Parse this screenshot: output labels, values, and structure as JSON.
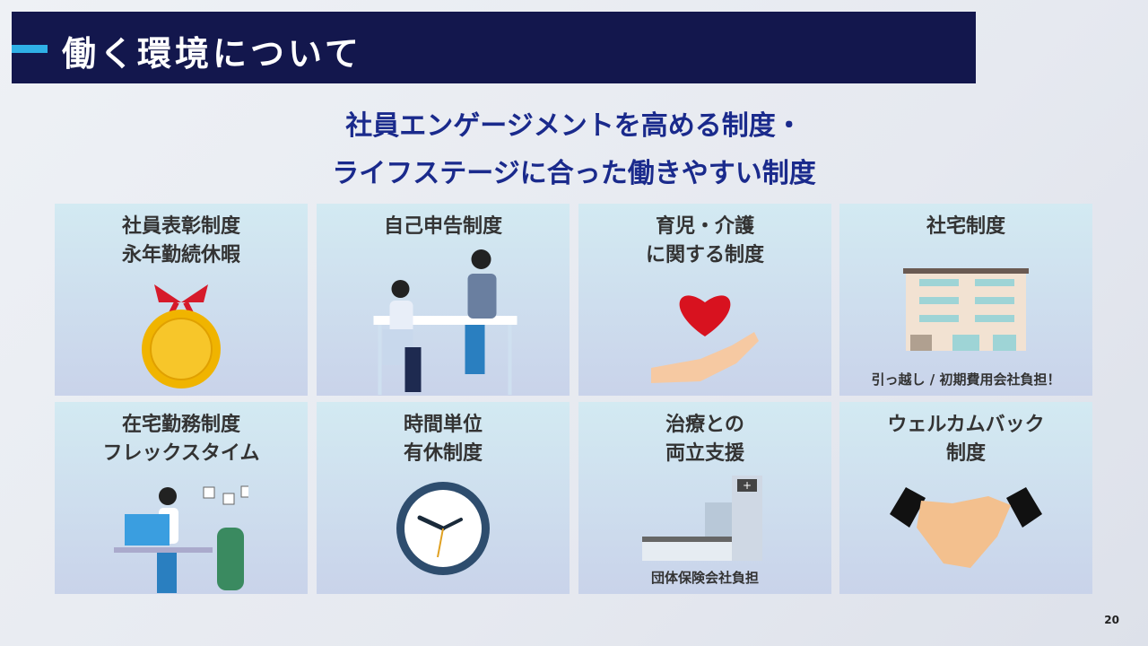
{
  "header": {
    "title": "働く環境について"
  },
  "subtitle": {
    "line1": "社員エンゲージメントを高める制度・",
    "line2": "ライフステージに合った働きやすい制度"
  },
  "cards": [
    {
      "line1": "社員表彰制度",
      "line2": "永年勤続休暇",
      "icon": "medal-icon"
    },
    {
      "line1": "自己申告制度",
      "line2": "",
      "icon": "meeting-icon"
    },
    {
      "line1": "育児・介護",
      "line2": "に関する制度",
      "icon": "heart-hand-icon"
    },
    {
      "line1": "社宅制度",
      "line2": "",
      "icon": "apartment-icon",
      "note": "引っ越し / 初期費用会社負担！"
    },
    {
      "line1": "在宅勤務制度",
      "line2": "フレックスタイム",
      "icon": "remote-work-icon"
    },
    {
      "line1": "時間単位",
      "line2": "有休制度",
      "icon": "clock-icon"
    },
    {
      "line1": "治療との",
      "line2": "両立支援",
      "icon": "hospital-icon",
      "note": "団体保険会社負担"
    },
    {
      "line1": "ウェルカムバック",
      "line2": "制度",
      "icon": "handshake-icon"
    }
  ],
  "page_number": "20"
}
